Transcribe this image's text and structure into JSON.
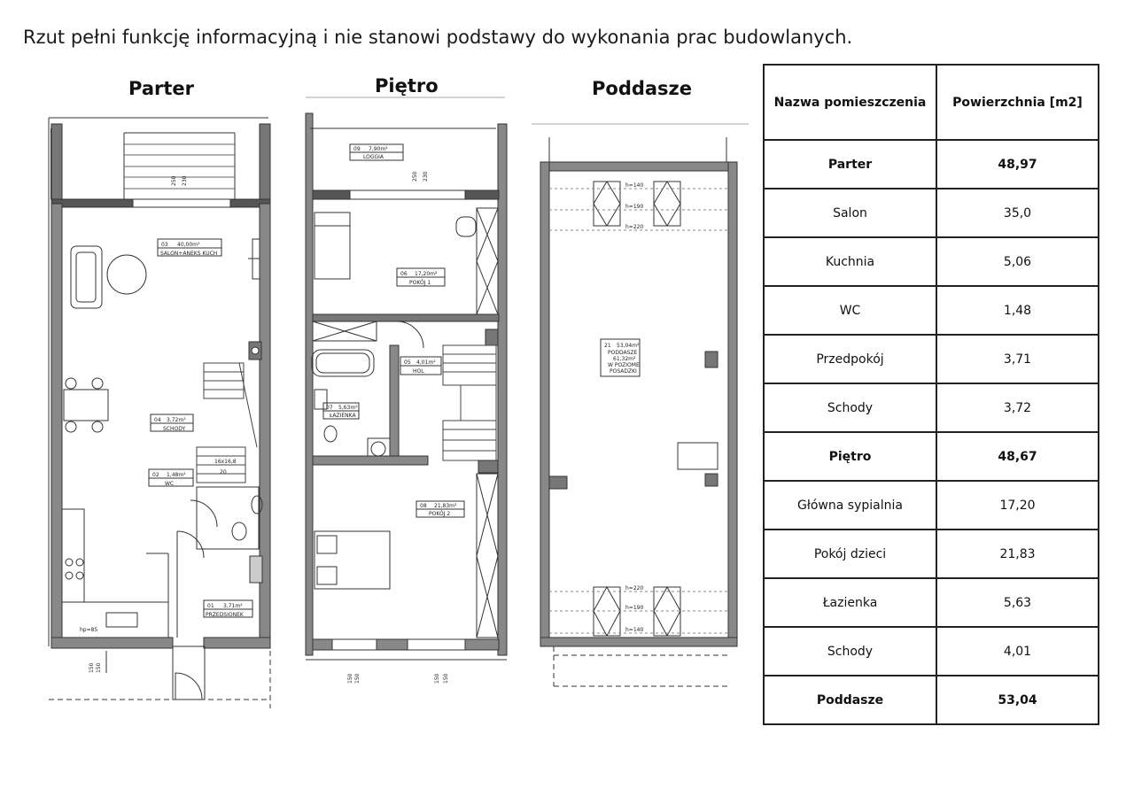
{
  "disclaimer": "Rzut pełni funkcję informacyjną i nie stanowi podstawy do wykonania prac budowlanych.",
  "plans": {
    "parter": {
      "title": "Parter",
      "rooms": [
        {
          "label_num": "03",
          "label_area": "40,00m²",
          "label_name": "SALON+ANEKS KUCH"
        },
        {
          "label_num": "04",
          "label_area": "3,72m²",
          "label_name": "SCHODY"
        },
        {
          "label_num": "02",
          "label_area": "1,48m²",
          "label_name": "WC"
        },
        {
          "label_num": "01",
          "label_area": "3,71m²",
          "label_name": "PRZEDSIONEK"
        }
      ],
      "dims": {
        "top1": "250",
        "top2": "230",
        "stairs": "16x16,8",
        "stairs2": "20",
        "hp": "hp=85",
        "bottom1": "150",
        "bottom2": "150"
      }
    },
    "pietro": {
      "title": "Piętro",
      "rooms": [
        {
          "label_num": "09",
          "label_area": "7,90m²",
          "label_name": "LOGGIA"
        },
        {
          "label_num": "06",
          "label_area": "17,20m²",
          "label_name": "POKÓJ 1"
        },
        {
          "label_num": "05",
          "label_area": "4,01m²",
          "label_name": "HOL"
        },
        {
          "label_num": "07",
          "label_area": "5,63m²",
          "label_name": "ŁAZIENKA"
        },
        {
          "label_num": "08",
          "label_area": "21,83m²",
          "label_name": "POKÓJ 2"
        }
      ],
      "dims": {
        "top1": "250",
        "top2": "230",
        "bottom1": "150",
        "bottom2": "150",
        "bottom3": "150",
        "bottom4": "150"
      }
    },
    "poddasze": {
      "title": "Poddasze",
      "room": {
        "label_num": "21",
        "label_area": "53,04m²",
        "label_name": "PODDASZE",
        "sub": "61,32m²",
        "note1": "W POZIOME",
        "note2": "POSADZKI"
      },
      "heights_top": [
        "h=140",
        "h=190",
        "h=220"
      ],
      "heights_bottom": [
        "h=220",
        "h=190",
        "h=140"
      ]
    }
  },
  "table": {
    "headers": [
      "Nazwa pomieszczenia",
      "Powierzchnia [m2]"
    ],
    "rows": [
      {
        "name": "Parter",
        "area": "48,97",
        "bold": true
      },
      {
        "name": "Salon",
        "area": "35,0",
        "bold": false
      },
      {
        "name": "Kuchnia",
        "area": "5,06",
        "bold": false
      },
      {
        "name": "WC",
        "area": "1,48",
        "bold": false
      },
      {
        "name": "Przedpokój",
        "area": "3,71",
        "bold": false
      },
      {
        "name": "Schody",
        "area": "3,72",
        "bold": false
      },
      {
        "name": "Piętro",
        "area": "48,67",
        "bold": true
      },
      {
        "name": "Główna sypialnia",
        "area": "17,20",
        "bold": false
      },
      {
        "name": "Pokój dzieci",
        "area": "21,83",
        "bold": false
      },
      {
        "name": "Łazienka",
        "area": "5,63",
        "bold": false
      },
      {
        "name": "Schody",
        "area": "4,01",
        "bold": false
      },
      {
        "name": "Poddasze",
        "area": "53,04",
        "bold": true
      }
    ]
  }
}
